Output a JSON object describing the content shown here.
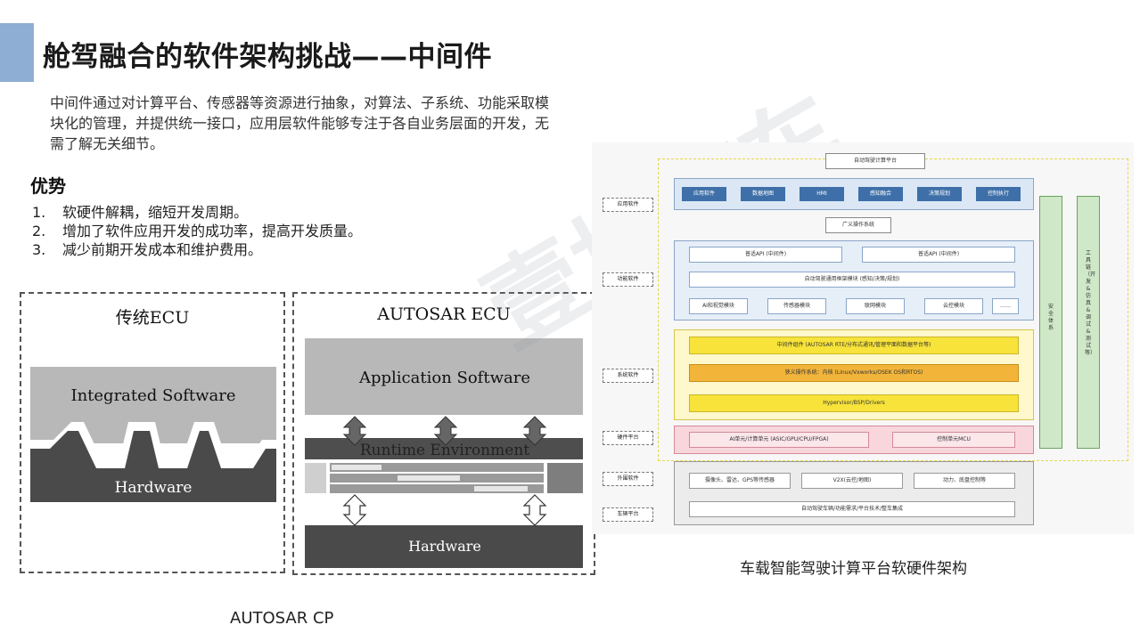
{
  "slide": {
    "title": "舱驾融合的软件架构挑战——中间件",
    "intro": "中间件通过对计算平台、传感器等资源进行抽象，对算法、子系统、功能采取模块化的管理，并提供统一接口，应用层软件能够专注于各自业务层面的开发，无需了解无关细节。",
    "advantages_heading": "优势",
    "advantages": [
      {
        "num": "1.",
        "text": "软硬件解耦，缩短开发周期。"
      },
      {
        "num": "2.",
        "text": "增加了软件应用开发的成功率，提高开发质量。"
      },
      {
        "num": "3.",
        "text": "减少前期开发成本和维护费用。"
      }
    ]
  },
  "ecu_diagram": {
    "traditional_title": "传统ECU",
    "autosar_title": "AUTOSAR ECU",
    "integrated_software": "Integrated Software",
    "hardware_left": "Hardware",
    "application_software": "Application Software",
    "runtime_environment": "Runtime Environment",
    "hardware_right": "Hardware",
    "caption": "AUTOSAR CP"
  },
  "arch_diagram": {
    "caption": "车载智能驾驶计算平台软硬件架构",
    "platform_title": "自动驾驶计算平台",
    "side_labels": [
      "应用软件",
      "功能软件",
      "系统软件",
      "硬件平台",
      "外围软件",
      "车辆平台"
    ],
    "app_modules": [
      "应用软件",
      "数据地图",
      "HMI",
      "感知融合",
      "决策规划",
      "控制执行"
    ],
    "os_title": "广义操作系统",
    "func_api_left": "普适API (中间件)",
    "func_api_right": "普适API (中间件)",
    "func_framework": "自动驾驶通用框架模块 (感知/决策/规划)",
    "func_modules": [
      "AI和视觉模块",
      "传感器模块",
      "联网模块",
      "云控模块",
      "……"
    ],
    "sys_middleware": "中间件组件 (AUTOSAR RTE/分布式通讯/管理平面和数据平台等)",
    "sys_os": "狭义操作系统：内核 (Linux/Vxworks/OSEK OS和RTOS)",
    "sys_hypervisor": "Hypervisor/BSP/Drivers",
    "hw_ai": "AI单元/计算单元 (ASIC/GPU/CPU/FPGA)",
    "hw_mcu": "控制单元MCU",
    "periph_items": [
      "摄像头、雷达、GPS等传感器",
      "V2X(云控/地图)",
      "动力、底盘控制等"
    ],
    "vehicle_item": "自动驾驶车辆/功能需求/平台技术/整车集成",
    "safety": "安全体系",
    "toolchain": "工具链（开发&仿真&调试&测试等）",
    "watermark": "壹世汽车"
  },
  "colors": {
    "accent": "#8eaed3",
    "app_layer": "#dbe7f5",
    "module_blue": "#3e6fa8",
    "sys_layer": "#fff8cc",
    "yellow": "#f7e33a",
    "orange": "#f2b53a",
    "hw_layer": "#f8d6dc",
    "green": "#cfe8c8"
  }
}
